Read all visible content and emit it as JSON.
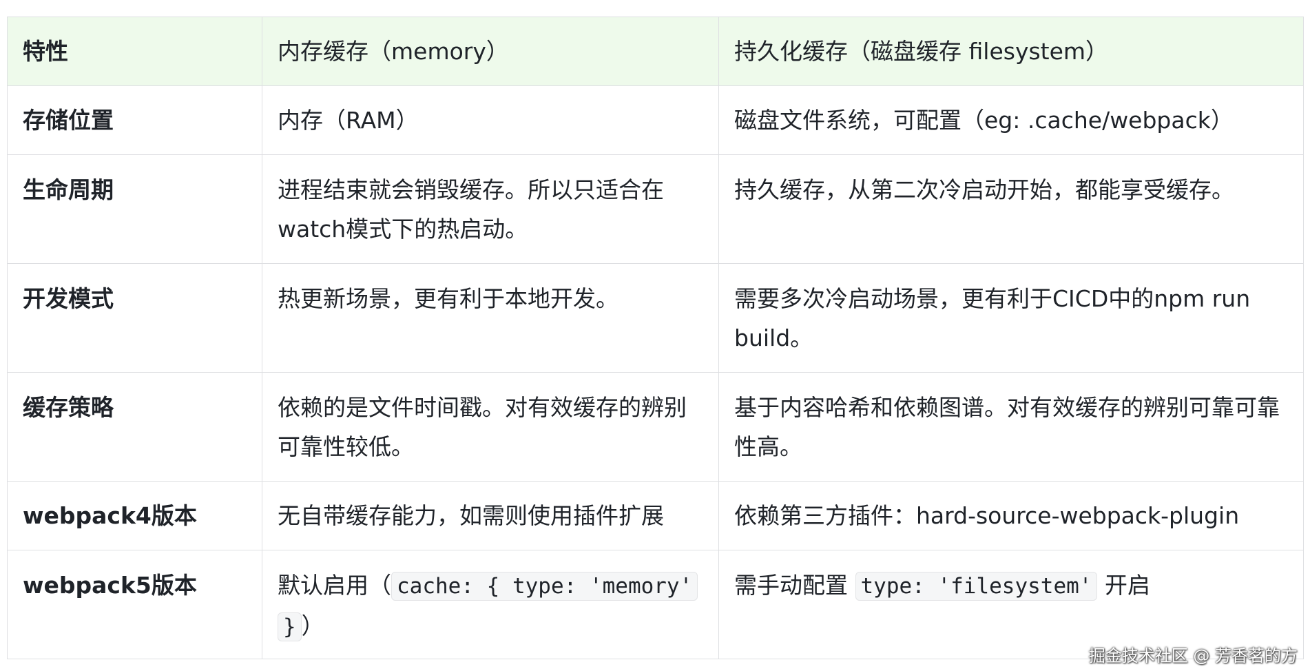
{
  "table": {
    "headers": [
      "特性",
      "内存缓存（memory）",
      "持久化缓存（磁盘缓存 filesystem）"
    ],
    "rows": [
      {
        "key": "存储位置",
        "memory": "内存（RAM）",
        "filesystem": "磁盘文件系统，可配置（eg: .cache/webpack）"
      },
      {
        "key": "生命周期",
        "memory": "进程结束就会销毁缓存。所以只适合在watch模式下的热启动。",
        "filesystem": "持久缓存，从第二次冷启动开始，都能享受缓存。"
      },
      {
        "key": "开发模式",
        "memory": "热更新场景，更有利于本地开发。",
        "filesystem": "需要多次冷启动场景，更有利于CICD中的npm run build。"
      },
      {
        "key": "缓存策略",
        "memory": "依赖的是文件时间戳。对有效缓存的辨别可靠性较低。",
        "filesystem": "基于内容哈希和依赖图谱。对有效缓存的辨别可靠可靠性高。"
      },
      {
        "key": "webpack4版本",
        "memory": "无自带缓存能力，如需则使用插件扩展",
        "filesystem": "依赖第三方插件：hard-source-webpack-plugin"
      },
      {
        "key": "webpack5版本",
        "memory_prefix": "默认启用（",
        "memory_code": "cache: { type: 'memory' }",
        "memory_suffix": "）",
        "filesystem_prefix": "需手动配置 ",
        "filesystem_code": "type: 'filesystem'",
        "filesystem_suffix": " 开启"
      }
    ]
  },
  "watermark": "掘金技术社区 @ 芳香茗的方"
}
